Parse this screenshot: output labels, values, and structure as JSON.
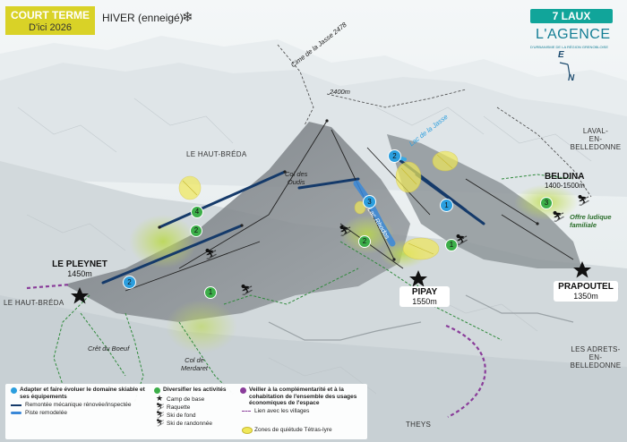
{
  "header": {
    "horizon": "COURT TERME",
    "horizon_date": "D'ici 2026",
    "season": "HIVER (enneigé)",
    "snow_icon": "snowflake-icon"
  },
  "branding": {
    "site": "7 LAUX",
    "agency": "L'AGENCE",
    "agency_subtitle": "D'URBANISME DE LA RÉGION GRENOBLOISE"
  },
  "compass": {
    "east": "E",
    "north": "N"
  },
  "places": {
    "cime": "Cime de la Jasse 2478",
    "col_2400": "2400m",
    "haut_breda_north": "LE HAUT-BRÉDA",
    "laval": "LAVAL-\nEN-BELLEDONNE",
    "haut_breda_west": "LE HAUT-BRÉDA",
    "adrets": "LES ADRETS-\nEN-BELLEDONNE",
    "theys": "THEYS",
    "col_des_oudis": "Col des\nOudis",
    "lac_jasse": "Lac de la Jasse",
    "lac_rhodos": "Lac Rhodos",
    "cret_boeuf": "Crêt du Boeuf",
    "col_merdaret": "Col de\nMerdaret",
    "offre_ludique": "Offre ludique\nfamiliale"
  },
  "stations": {
    "pleynet": {
      "name": "LE PLEYNET",
      "alt": "1450m"
    },
    "pipay": {
      "name": "PIPAY",
      "alt": "1550m"
    },
    "prapoutel": {
      "name": "PRAPOUTEL",
      "alt": "1350m"
    },
    "beldina": {
      "name": "BELDINA",
      "alt": "1400-1500m"
    }
  },
  "legend": {
    "col1_title": "Adapter et faire évoluer le domaine skiable et ses équipements",
    "col1_item1": "Remontée mécanique rénovée/inspectée",
    "col1_item2": "Piste remodelée",
    "col2_title": "Diversifier les activités",
    "col2_item1": "Camp de base",
    "col2_item2": "Raquette",
    "col2_item3": "Ski de fond",
    "col2_item4": "Ski de randonnée",
    "col3_title": "Veiller à la  complémentarité et à la cohabitation de l'ensemble des usages économiques de l'espace",
    "col3_item1": "Lien avec les villages",
    "col3_item2": "Zones de quiétude Tétras-lyre"
  },
  "markers": {
    "blue": [
      "1",
      "2",
      "2",
      "3"
    ],
    "green": [
      "1",
      "1",
      "2",
      "2",
      "3",
      "4"
    ]
  },
  "colors": {
    "accent_blue": "#2b9ede",
    "lift_navy": "#153a6a",
    "green_marker": "#3cae49",
    "quiet_zone_yellow": "#f0e85a",
    "village_link_purple": "#8a3d9a",
    "title_yellow": "#d9d227",
    "badge_teal": "#11a59a"
  }
}
